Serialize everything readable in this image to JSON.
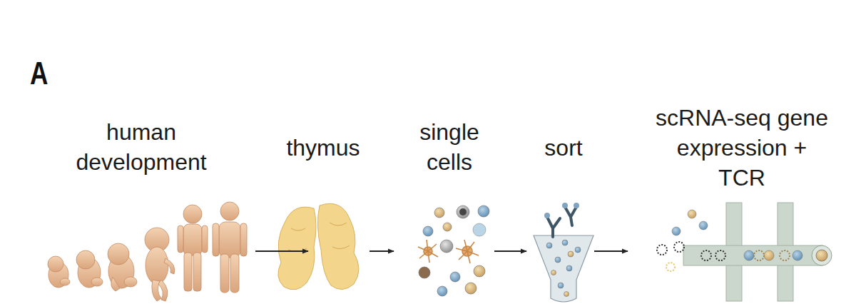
{
  "diagram": {
    "nodes": [
      {
        "text": [
          "human development"
        ]
      },
      {
        "text": [
          "thymus"
        ]
      },
      {
        "text": [
          "single cells"
        ]
      },
      {
        "text": [
          "sort"
        ]
      },
      {
        "text": [
          "scRNA-seq gene expression + TCR"
        ]
      }
    ],
    "edges": [
      {
        "from": 0,
        "to": 1,
        "arrow": "to"
      },
      {
        "from": 1,
        "to": 2,
        "arrow": "to"
      },
      {
        "from": 2,
        "to": 3,
        "arrow": "to"
      },
      {
        "from": 3,
        "to": 4,
        "arrow": "to"
      }
    ],
    "labels": [
      "A"
    ]
  }
}
